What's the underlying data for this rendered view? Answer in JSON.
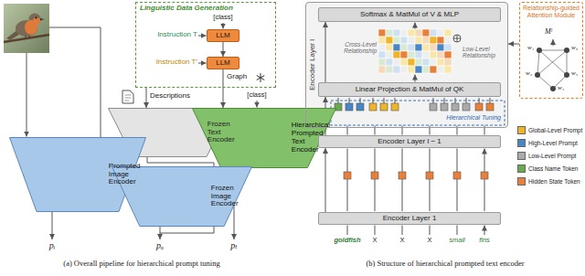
{
  "diagram": {
    "nodes": [
      {
        "text": [
          "Linguistic Data Generation"
        ]
      },
      {
        "text": [
          "LLM"
        ],
        "in": 0
      },
      {
        "text": [
          "LLM"
        ],
        "in": 0
      },
      {
        "text": [
          "Frozen Text Encoder"
        ]
      },
      {
        "text": [
          "Hierarchical Prompted Text Encoder"
        ]
      },
      {
        "text": [
          "Prompted Image Encoder"
        ]
      },
      {
        "text": [
          "Frozen Image Encoder"
        ]
      },
      {
        "text": [
          "Encoder Layer l"
        ]
      },
      {
        "text": [
          "Softmax & MatMul of V & MLP"
        ],
        "in": 7
      },
      {
        "text": [
          "Linear Projection & MatMul of QK"
        ],
        "in": 7
      },
      {
        "text": [
          "Relationship-guided Attention Module"
        ]
      },
      {
        "text": [
          "Encoder Layer l − 1"
        ]
      },
      {
        "text": [
          "Encoder Layer 1"
        ]
      }
    ],
    "edges": [
      {
        "from": 1,
        "to": 2,
        "arrow": "to"
      },
      {
        "from": 0,
        "to": 3,
        "arrow": "to"
      },
      {
        "from": 2,
        "to": 4,
        "arrow": "to"
      },
      {
        "from": 12,
        "to": 11,
        "arrow": "to"
      },
      {
        "from": 11,
        "to": 9,
        "arrow": "to"
      },
      {
        "from": 9,
        "to": 8,
        "arrow": "to"
      },
      {
        "from": 10,
        "to": 7,
        "arrow": "to"
      }
    ],
    "labels": [
      "[class]",
      "Instruction T",
      "Instruction T′",
      "Descriptions",
      "Graph",
      "[class]",
      "pᵢ",
      "pₒ",
      "pₜ",
      "(a) Overall pipeline for hierarchical prompt tuning",
      "Cross-Level Relationship",
      "Low-Level Relationship",
      "Hierarchical Tuning",
      "Mˡ",
      "w₁",
      "w₂",
      "w₃",
      "w₄",
      "w₅",
      "goldfish",
      "X",
      "X",
      "X",
      "small",
      "fins",
      "(b) Structure of hierarchical prompted text encoder"
    ],
    "legend": [
      {
        "text": "Global-Level Prompt",
        "color": "#f0b429"
      },
      {
        "text": "High-Level Prompt",
        "color": "#4a86c5"
      },
      {
        "text": "Low-Level Prompt",
        "color": "#aaaaaa"
      },
      {
        "text": "Class Name Token",
        "color": "#6aa84f"
      },
      {
        "text": "Hidden State Token",
        "color": "#e8803a"
      }
    ]
  }
}
